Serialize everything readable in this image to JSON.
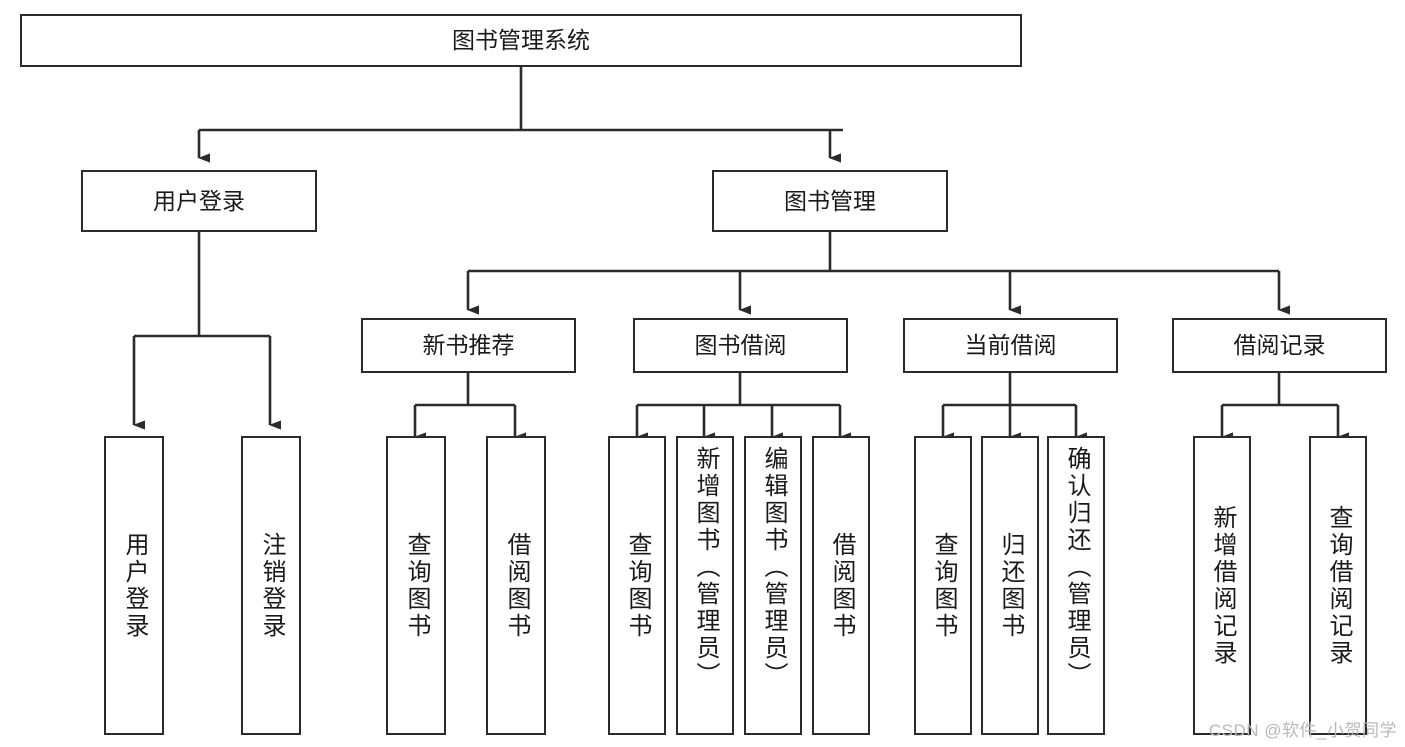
{
  "diagram": {
    "title": "图书管理系统",
    "type": "tree-hierarchy-diagram",
    "colors": {
      "box_border": "#2b2b2b",
      "box_fill": "#ffffff",
      "connector": "#2b2b2b",
      "background": "#ffffff",
      "watermark": "#b9b9b9"
    },
    "root": {
      "label": "图书管理系统"
    },
    "level2": [
      {
        "label": "用户登录"
      },
      {
        "label": "图书管理"
      }
    ],
    "level3": [
      {
        "label": "新书推荐"
      },
      {
        "label": "图书借阅"
      },
      {
        "label": "当前借阅"
      },
      {
        "label": "借阅记录"
      }
    ],
    "leaves": {
      "user_login": [
        {
          "label": "用户登录"
        },
        {
          "label": "注销登录"
        }
      ],
      "new_book_recommend": [
        {
          "label": "查询图书"
        },
        {
          "label": "借阅图书"
        }
      ],
      "book_borrow": [
        {
          "label": "查询图书"
        },
        {
          "label": "新增图书（管理员）"
        },
        {
          "label": "编辑图书（管理员）"
        },
        {
          "label": "借阅图书"
        }
      ],
      "current_borrow": [
        {
          "label": "查询图书"
        },
        {
          "label": "归还图书"
        },
        {
          "label": "确认归还（管理员）"
        }
      ],
      "borrow_records": [
        {
          "label": "新增借阅记录"
        },
        {
          "label": "查询借阅记录"
        }
      ]
    },
    "watermark": "CSDN @软件_小贺同学"
  }
}
